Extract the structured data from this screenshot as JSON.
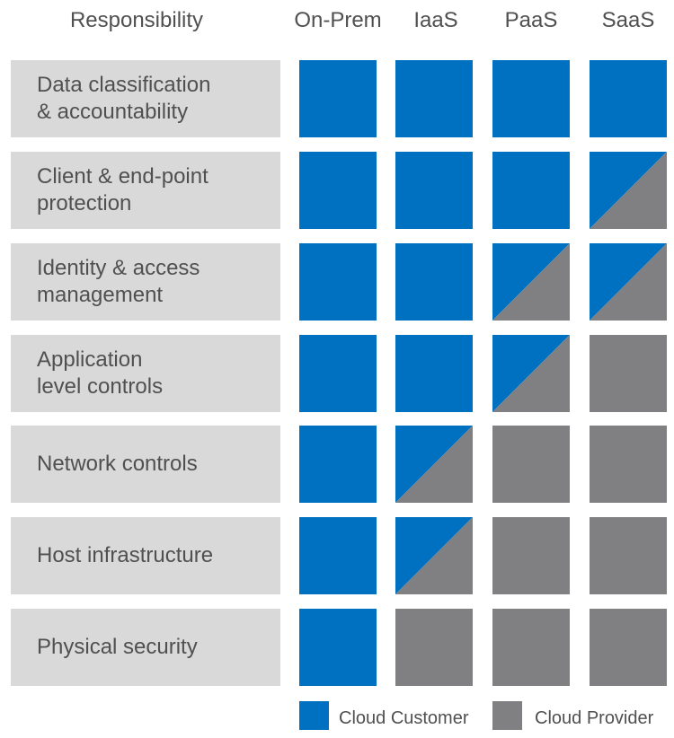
{
  "colors": {
    "customer": "#0070c0",
    "provider": "#808083",
    "label_bg": "#d9d9d9"
  },
  "header": {
    "responsibility": "Responsibility",
    "columns": [
      "On-Prem",
      "IaaS",
      "PaaS",
      "SaaS"
    ]
  },
  "rows": [
    {
      "label_lines": [
        "Data classification",
        "& accountability"
      ],
      "cells": [
        "customer",
        "customer",
        "customer",
        "customer"
      ]
    },
    {
      "label_lines": [
        "Client & end-point",
        "protection"
      ],
      "cells": [
        "customer",
        "customer",
        "customer",
        "shared"
      ]
    },
    {
      "label_lines": [
        "Identity & access",
        "management"
      ],
      "cells": [
        "customer",
        "customer",
        "shared",
        "shared"
      ]
    },
    {
      "label_lines": [
        "Application",
        "level controls"
      ],
      "cells": [
        "customer",
        "customer",
        "shared",
        "provider"
      ]
    },
    {
      "label_lines": [
        "Network controls"
      ],
      "cells": [
        "customer",
        "shared",
        "provider",
        "provider"
      ]
    },
    {
      "label_lines": [
        "Host infrastructure"
      ],
      "cells": [
        "customer",
        "shared",
        "provider",
        "provider"
      ]
    },
    {
      "label_lines": [
        "Physical security"
      ],
      "cells": [
        "customer",
        "provider",
        "provider",
        "provider"
      ]
    }
  ],
  "legend": {
    "customer": "Cloud Customer",
    "provider": "Cloud Provider"
  }
}
